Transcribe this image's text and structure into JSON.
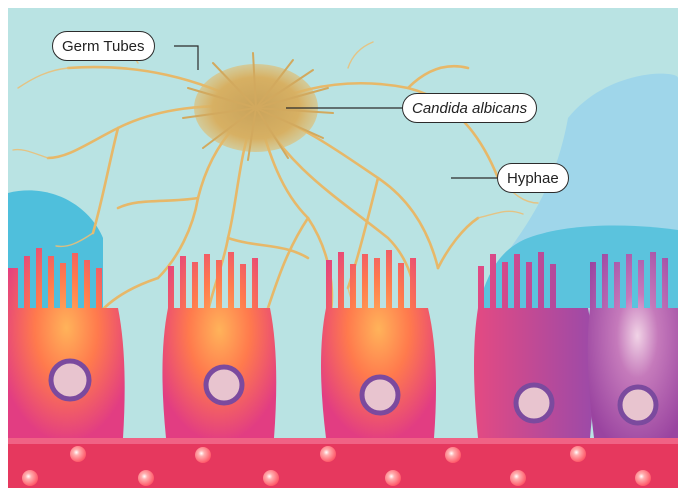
{
  "labels": {
    "germ_tubes": "Germ Tubes",
    "candida": "Candida albicans",
    "hyphae": "Hyphae"
  },
  "colors": {
    "background": "#b9e3e3",
    "blue_blob": "#5fc3dc",
    "hyphae": "#e7b869",
    "cell_magenta": "#e0457d",
    "cell_purple": "#b04aa6",
    "nucleus_ring": "#7b4a9e",
    "nucleus_fill": "#e8c4cf",
    "vessel": "#e6385e",
    "blood_cell": "#ff7a7a"
  },
  "icons": [
    "yeast-cluster",
    "hyphae-network",
    "epithelial-cell",
    "nucleus",
    "blood-cell"
  ]
}
